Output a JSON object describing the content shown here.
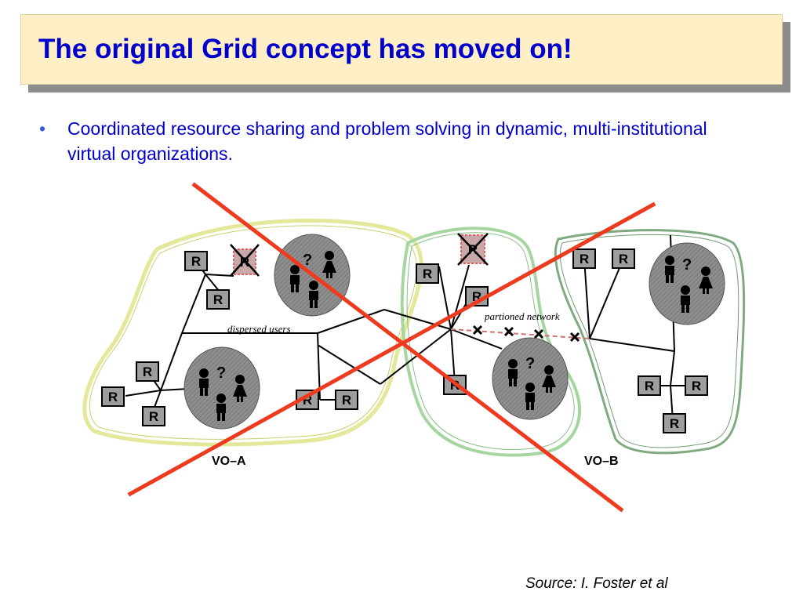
{
  "slide": {
    "title": "The original Grid concept has moved on!",
    "bullet": "Coordinated resource sharing and problem solving in dynamic, multi-institutional virtual organizations.",
    "source": "Source: I. Foster et al"
  },
  "diagram": {
    "resource_label": "R",
    "question_mark": "?",
    "dispersed_users_label": "dispersed users",
    "partitioned_network_label": "partioned network",
    "vo_a_label": "VO–A",
    "vo_b_label": "VO–B",
    "colors": {
      "vo_a_outline": "#e4e89a",
      "vo_mid_outline": "#a6d6a0",
      "vo_b_outline": "#7faa7f",
      "cross_out": "#ee3a1e",
      "user_group_fill": "#8a8a8a",
      "resource_fill": "#9e9e9e",
      "failed_resource": "#e06060"
    }
  }
}
